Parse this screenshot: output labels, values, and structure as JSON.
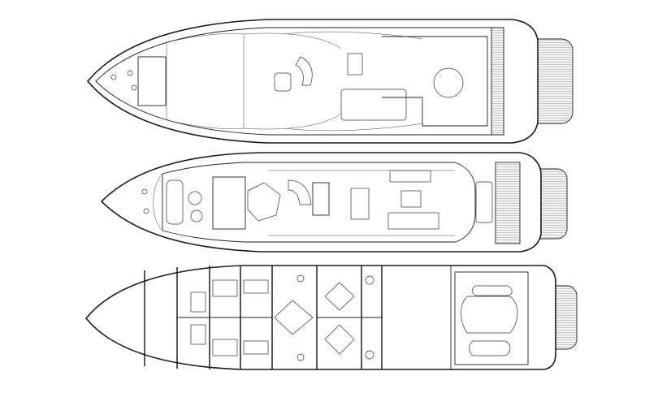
{
  "drawing": {
    "decks": [
      {
        "id": "flybridge"
      },
      {
        "id": "main-deck"
      },
      {
        "id": "lower-deck"
      }
    ],
    "colors": {
      "line": "#1a1a1a",
      "background": "#ffffff"
    }
  }
}
